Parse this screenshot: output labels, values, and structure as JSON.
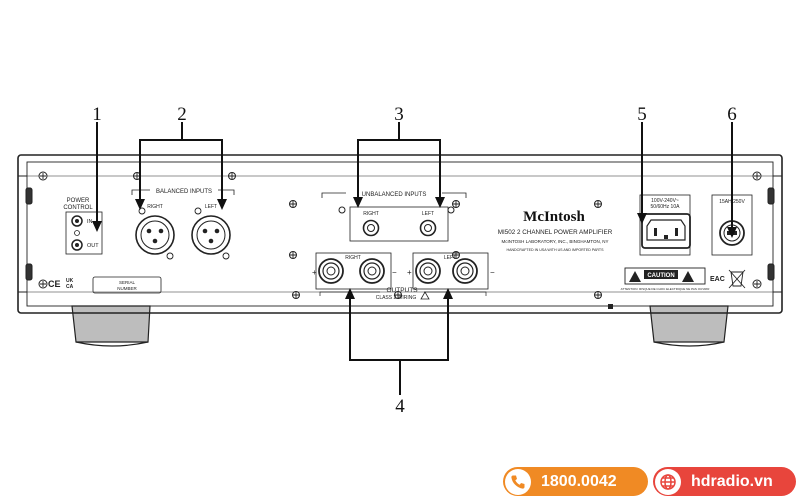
{
  "callouts": [
    "1",
    "2",
    "3",
    "4",
    "5",
    "6"
  ],
  "panel": {
    "power_control": [
      "POWER",
      "CONTROL"
    ],
    "power_in": "IN",
    "power_out": "OUT",
    "balanced_inputs": "BALANCED INPUTS",
    "unbalanced_inputs": "UNBALANCED INPUTS",
    "right": "RIGHT",
    "left": "LEFT",
    "outputs": "OUTPUTS",
    "class2": "CLASS 2 WIRING",
    "brand": "McIntosh",
    "model": "MI502 2 CHANNEL POWER AMPLIFIER",
    "maker": "McINTOSH LABORATORY, INC., BINGHAMTON, NY",
    "handmade": "HANDCRAFTED IN USA WITH US AND IMPORTED PARTS",
    "mains_rating": [
      "100V-240V~",
      "50/60Hz 10A"
    ],
    "fuse_rating": "15AH 250V",
    "serial": [
      "SERIAL",
      "NUMBER"
    ],
    "marks": [
      "CE",
      "UK",
      "CA"
    ],
    "caution": "CAUTION",
    "attention": "ATTENTION: RISQUE DE CHOC ELECTRIQUE NE PAS OUVRIR",
    "eac": "EAC"
  },
  "footer": {
    "phone": "1800.0042",
    "website": "hdradio.vn",
    "phone_icon": "phone-icon",
    "web_icon": "globe-icon"
  },
  "colors": {
    "phone_pill": "#f08a24",
    "web_pill": "#e8453c"
  }
}
